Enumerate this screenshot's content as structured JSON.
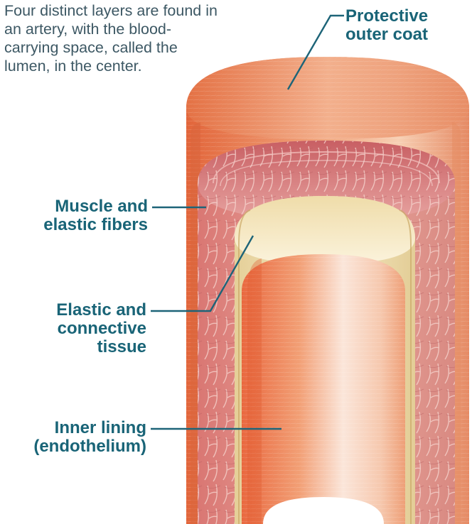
{
  "intro_text": "Four distinct layers are found in an artery, with the blood-carrying space, called the lumen, in the center.",
  "labels": {
    "outer": [
      "Protective",
      "outer coat"
    ],
    "muscle": [
      "Muscle and",
      "elastic fibers"
    ],
    "elastic": [
      "Elastic and",
      "connective",
      "tissue"
    ],
    "inner": [
      "Inner lining",
      "(endothelium)"
    ]
  },
  "colors": {
    "label_text": "#196477",
    "intro_text": "#3d5864",
    "leader_line": "#1d6478",
    "outer_coat": "#e97a50",
    "muscle_layer": "#d9857e",
    "elastic_layer": "#f0e3b8",
    "inner_lining": "#ef9a6d"
  }
}
